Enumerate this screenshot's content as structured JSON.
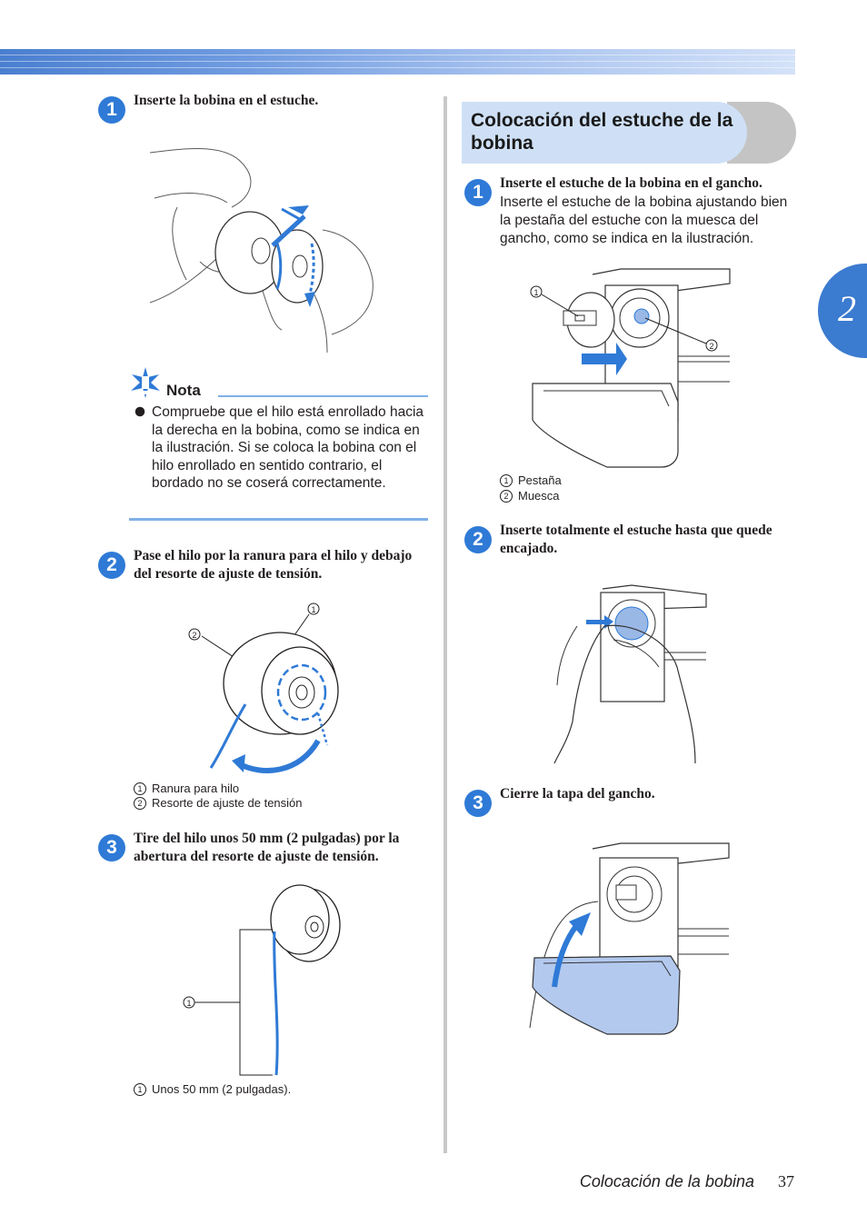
{
  "header": {
    "chapter_number": "2"
  },
  "left_column": {
    "step1": {
      "number": "1",
      "text": "Inserte la bobina en el estuche."
    },
    "note": {
      "title": "Nota",
      "bullet": "Compruebe que el hilo está enrollado hacia la derecha en la bobina, como se indica en la ilustración. Si se coloca la bobina con el hilo enrollado en sentido contrario, el bordado no se coserá correctamente."
    },
    "step2": {
      "number": "2",
      "text": "Pase el hilo por la ranura para el hilo y debajo del resorte de ajuste de tensión."
    },
    "step2_captions": [
      {
        "num": "1",
        "text": "Ranura para hilo"
      },
      {
        "num": "2",
        "text": "Resorte de ajuste de tensión"
      }
    ],
    "step3": {
      "number": "3",
      "text": "Tire del hilo unos 50 mm (2 pulgadas) por la abertura del resorte de ajuste de tensión."
    },
    "step3_captions": [
      {
        "num": "1",
        "text": "Unos 50 mm (2 pulgadas)."
      }
    ]
  },
  "right_column": {
    "section_title": "Colocación del estuche de la bobina",
    "step1": {
      "number": "1",
      "bold": "Inserte el estuche de la bobina en el gancho.",
      "text": "Inserte el estuche de la bobina ajustando bien la pestaña del estuche con la muesca del gancho, como se indica en la ilustración."
    },
    "step1_captions": [
      {
        "num": "1",
        "text": "Pestaña"
      },
      {
        "num": "2",
        "text": "Muesca"
      }
    ],
    "step2": {
      "number": "2",
      "text": "Inserte totalmente el estuche hasta que quede encajado."
    },
    "step3": {
      "number": "3",
      "text": "Cierre la tapa del gancho."
    }
  },
  "footer": {
    "section": "Colocación de la bobina",
    "page": "37"
  },
  "colors": {
    "accent_blue": "#2f7ad6",
    "light_blue": "#7fb0e6",
    "band_blue": "#4a7fd0"
  }
}
